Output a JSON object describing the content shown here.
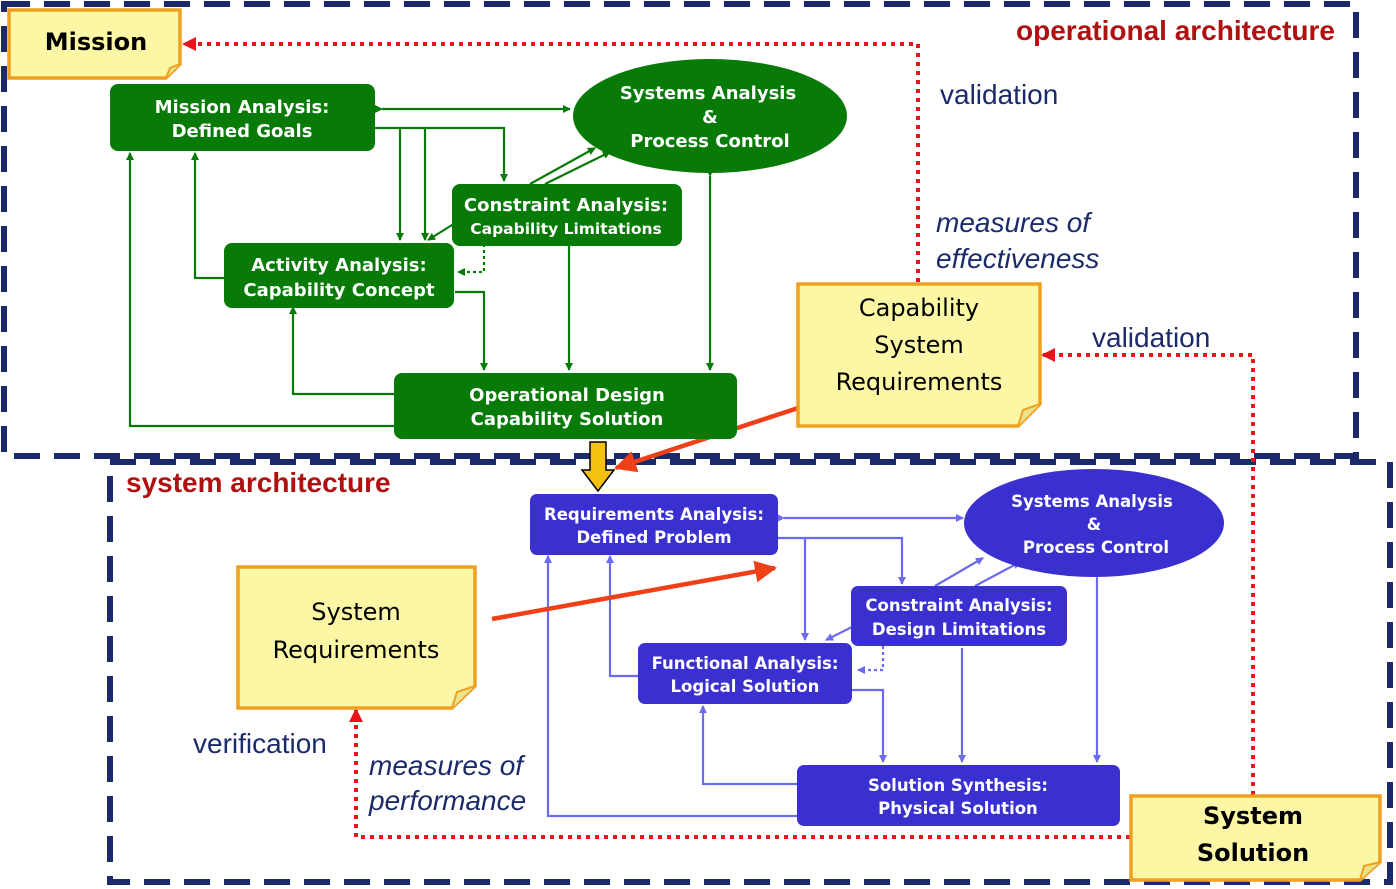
{
  "regions": {
    "operational_title": "operational architecture",
    "system_title": "system architecture"
  },
  "notes": {
    "mission": "Mission",
    "capability": [
      "Capability",
      "System",
      "Requirements"
    ],
    "system_requirements": [
      "System",
      "Requirements"
    ],
    "system_solution": [
      "System",
      "Solution"
    ]
  },
  "operational_boxes": {
    "mission_analysis": [
      "Mission Analysis:",
      "Defined Goals"
    ],
    "systems_analysis": [
      "Systems Analysis",
      "&",
      "Process Control"
    ],
    "constraint_analysis": [
      "Constraint Analysis:",
      "Capability Limitations"
    ],
    "activity_analysis": [
      "Activity Analysis:",
      "Capability Concept"
    ],
    "operational_design": [
      "Operational Design",
      "Capability Solution"
    ]
  },
  "system_boxes": {
    "requirements_analysis": [
      "Requirements Analysis:",
      "Defined Problem"
    ],
    "systems_analysis": [
      "Systems Analysis",
      "&",
      "Process Control"
    ],
    "constraint_analysis": [
      "Constraint Analysis:",
      "Design Limitations"
    ],
    "functional_analysis": [
      "Functional Analysis:",
      "Logical Solution"
    ],
    "solution_synthesis": [
      "Solution Synthesis:",
      "Physical Solution"
    ]
  },
  "labels": {
    "validation_top": "validation",
    "measures_effectiveness": [
      "measures of",
      "effectiveness"
    ],
    "validation_right": "validation",
    "verification": "verification",
    "measures_performance": [
      "measures of",
      "performance"
    ]
  },
  "colors": {
    "green": "#077a07",
    "blue": "#3a30d0",
    "navy": "#1b2a6b",
    "red": "#e8141c",
    "orange": "#f0a020",
    "note_fill": "#fbf7a4",
    "title_red": "#b01010"
  }
}
